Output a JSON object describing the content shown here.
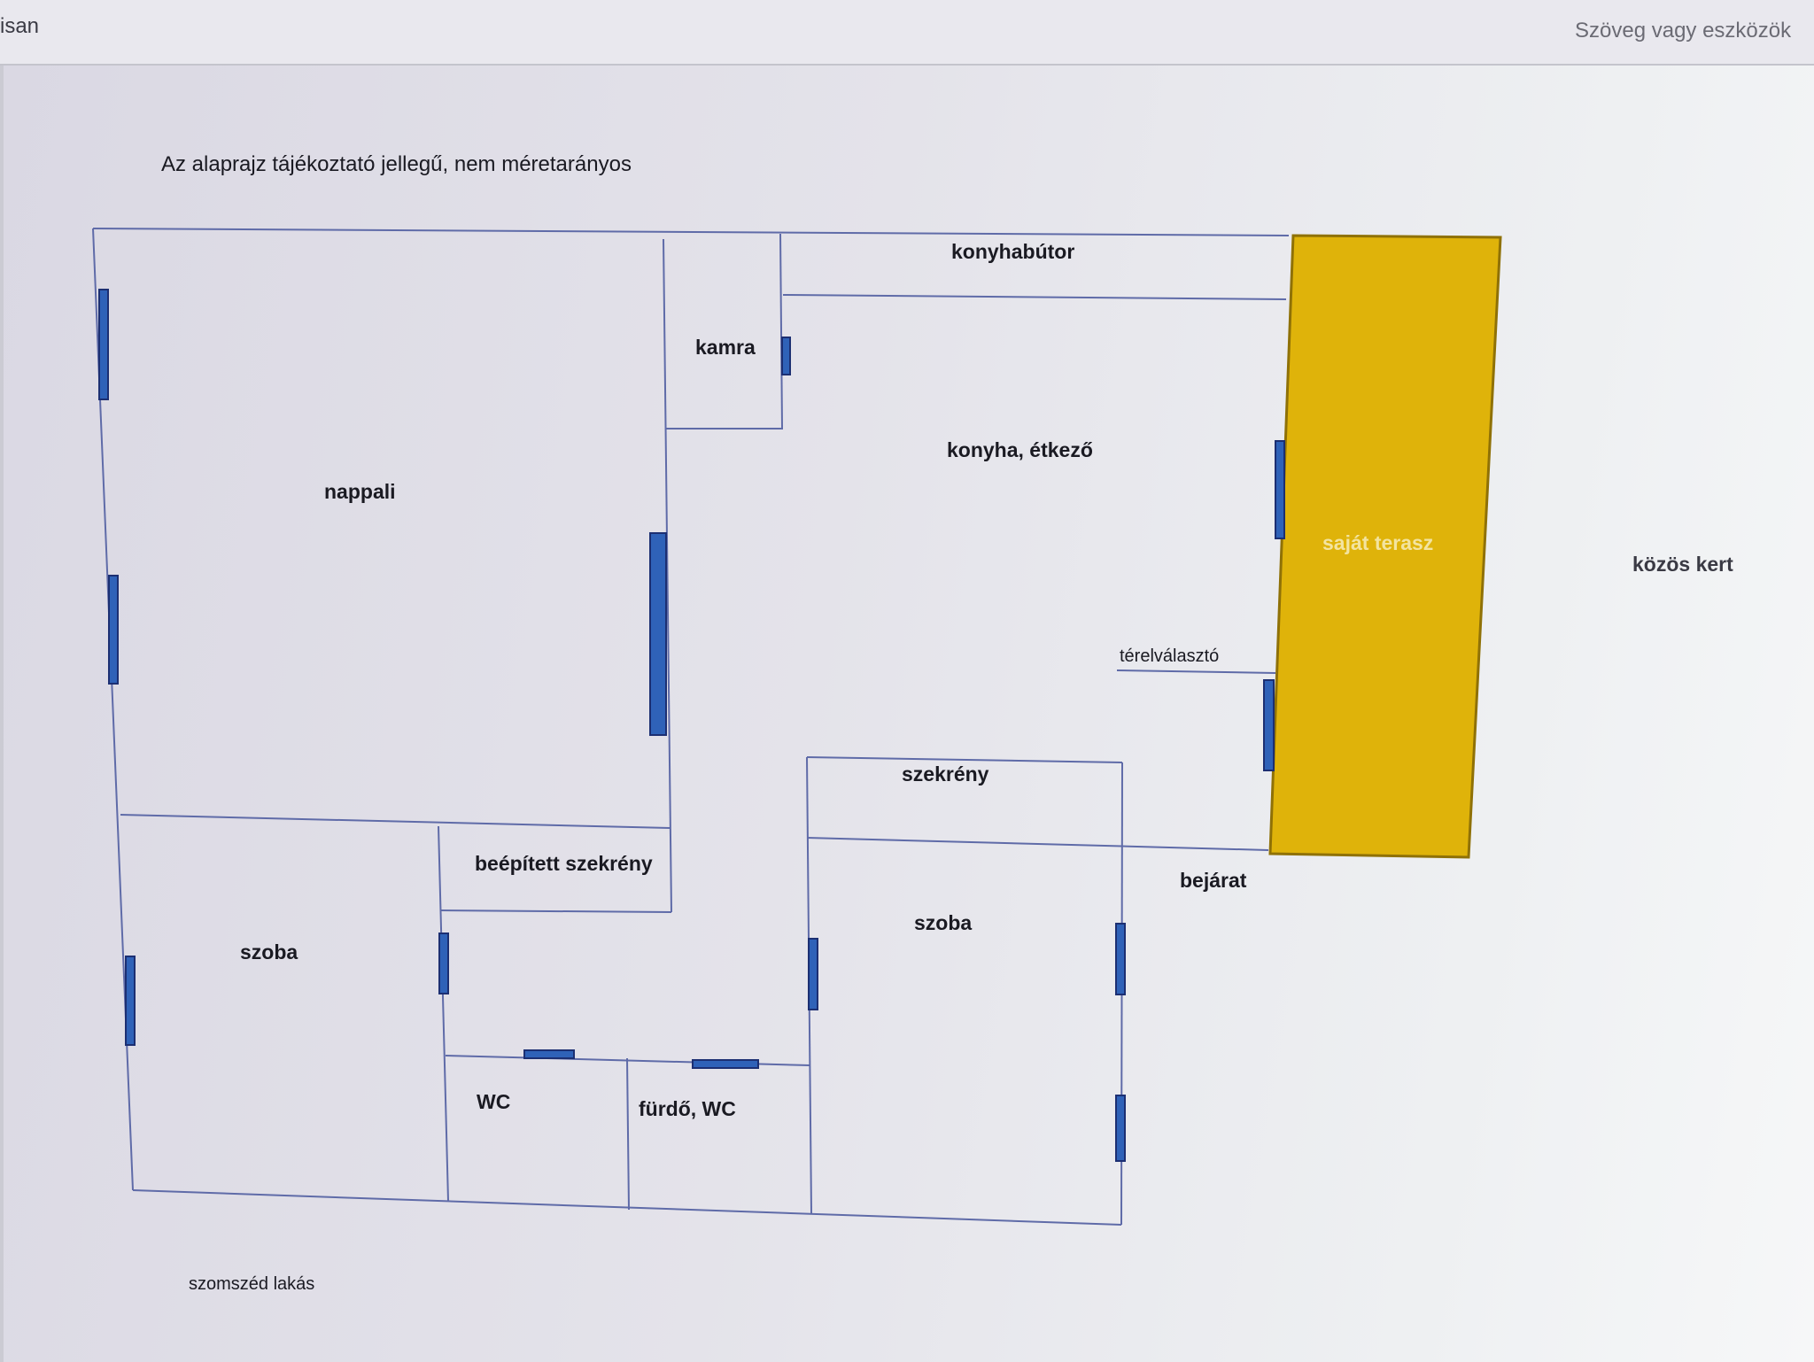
{
  "toolbar": {
    "left_text": "isan",
    "search_placeholder": "Szöveg vagy eszközök"
  },
  "floorplan": {
    "note": "Az alaprajz tájékoztató jellegű, nem méretarányos",
    "rooms": {
      "nappali": "nappali",
      "kamra": "kamra",
      "konyhabutor": "konyhabútor",
      "konyha": "konyha, étkező",
      "terelvalaszto": "térelválasztó",
      "sajat_terasz": "saját terasz",
      "kozos_kert": "közös kert",
      "szekreny": "szekrény",
      "bejarat": "bejárat",
      "beepitett": "beépített szekrény",
      "szoba_left": "szoba",
      "szoba_right": "szoba",
      "wc": "WC",
      "furdo": "fürdő, WC",
      "szomszed": "szomszéd lakás"
    },
    "colors": {
      "terrace": "#dfb30a",
      "doors": "#2f62b8",
      "walls": "#5f6ba8"
    }
  }
}
